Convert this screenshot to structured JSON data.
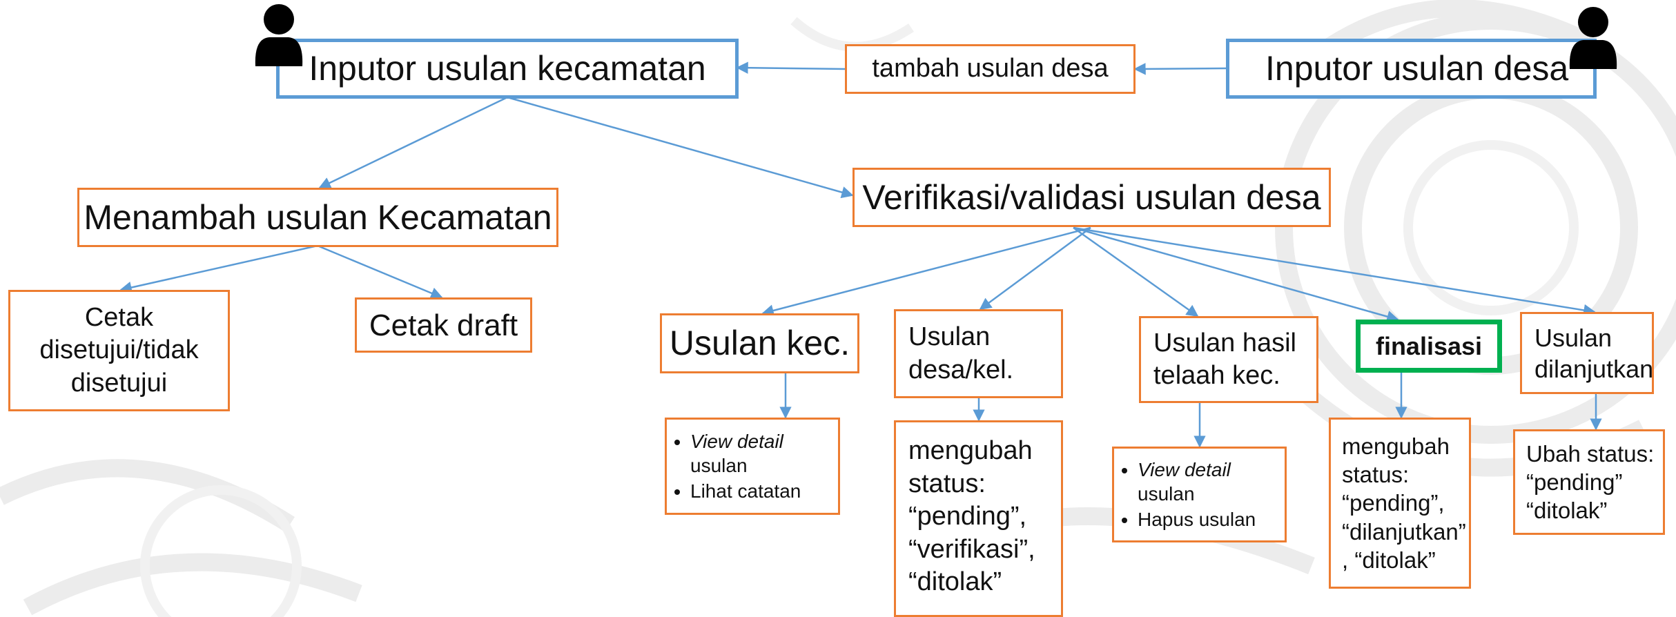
{
  "colors": {
    "box_border": "#ED7D31",
    "actor_border": "#5B9BD5",
    "final_border": "#00B050",
    "arrow": "#5B9BD5"
  },
  "icons": {
    "actor": "person-icon"
  },
  "actors": {
    "kecamatan": "Inputor usulan kecamatan",
    "desa": "Inputor usulan desa"
  },
  "nodes": {
    "tambah": "tambah usulan desa",
    "menambah": "Menambah usulan Kecamatan",
    "verifikasi": "Verifikasi/validasi usulan desa",
    "cetak_setuju": "Cetak disetujui/tidak disetujui",
    "cetak_draft": "Cetak draft",
    "usulan_kec": "Usulan kec.",
    "usulan_desa": "Usulan desa/kel.",
    "usulan_telaah": "Usulan hasil telaah kec.",
    "finalisasi": "finalisasi",
    "usulan_lanjut": "Usulan dilanjutkan"
  },
  "details": {
    "kec_view_em": "View detail",
    "kec_view_rest": "usulan",
    "kec_catatan": "Lihat catatan",
    "desa_status": "mengubah status: “pending”, “verifikasi”, “ditolak”",
    "telaah_view_em": "View detail",
    "telaah_view_rest": "usulan",
    "telaah_hapus": "Hapus usulan",
    "final_status": "mengubah status: “pending”, “dilanjutkan” , “ditolak”",
    "lanjut_status": "Ubah status: “pending” “ditolak”"
  }
}
